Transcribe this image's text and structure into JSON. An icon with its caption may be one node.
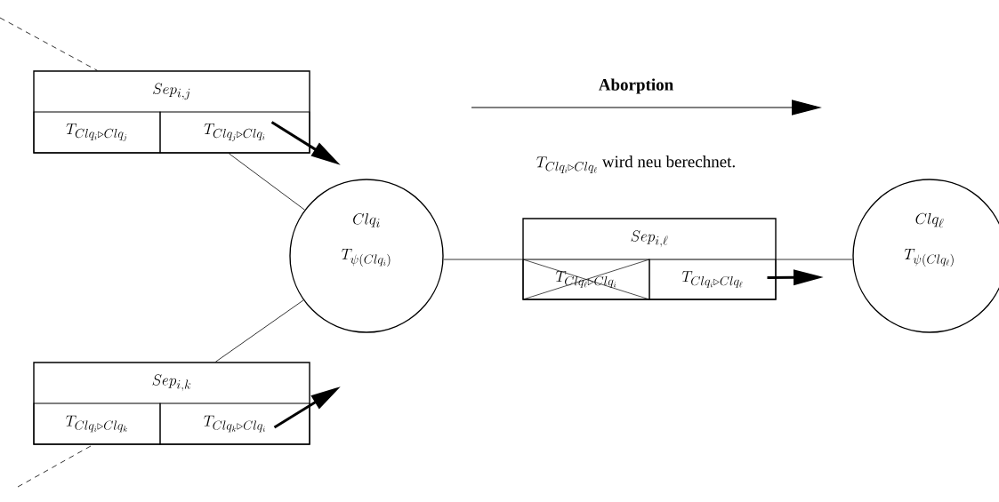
{
  "diagram": {
    "nodes": [
      {
        "text": [
          "Sep_{i,j}"
        ]
      },
      {
        "text": [
          "T_{Clq_i \\triangleright Clq_j}"
        ],
        "in": 0
      },
      {
        "text": [
          "T_{Clq_j \\triangleright Clq_i}"
        ],
        "in": 0
      },
      {
        "text": [
          "Clq_i",
          "T_{\\psi(Clq_i)}"
        ]
      },
      {
        "text": [
          "Sep_{i,\\ell}"
        ]
      },
      {
        "text": [
          "T_{Clq_\\ell \\triangleright Clq_i}"
        ],
        "in": 4
      },
      {
        "text": [
          "T_{Clq_i \\triangleright Clq_\\ell}"
        ],
        "in": 4
      },
      {
        "text": [
          "Clq_\\ell",
          "T_{\\psi(Clq_\\ell)}"
        ]
      },
      {
        "text": [
          "Sep_{i,k}"
        ]
      },
      {
        "text": [
          "T_{Clq_i \\triangleright Clq_k}"
        ],
        "in": 8
      },
      {
        "text": [
          "T_{Clq_k \\triangleright Clq_i}"
        ],
        "in": 8
      }
    ],
    "edges": [
      {
        "from": null,
        "to": 0,
        "arrow": "none",
        "style": "dashed"
      },
      {
        "from": 0,
        "to": 3,
        "arrow": "none"
      },
      {
        "from": 2,
        "to": null,
        "arrow": "to",
        "style": "thick"
      },
      {
        "from": 3,
        "to": 4,
        "arrow": "none"
      },
      {
        "from": 4,
        "to": 7,
        "arrow": "none"
      },
      {
        "from": 6,
        "to": null,
        "arrow": "to",
        "style": "thick"
      },
      {
        "from": 8,
        "to": 3,
        "arrow": "none"
      },
      {
        "from": 10,
        "to": null,
        "arrow": "to",
        "style": "thick"
      },
      {
        "from": null,
        "to": 8,
        "arrow": "none",
        "style": "dashed"
      }
    ],
    "labels": [
      "Aborption",
      "T_{Clq_i \\triangleright Clq_\\ell}\\mbox{ wird neu berechnet.}"
    ]
  }
}
